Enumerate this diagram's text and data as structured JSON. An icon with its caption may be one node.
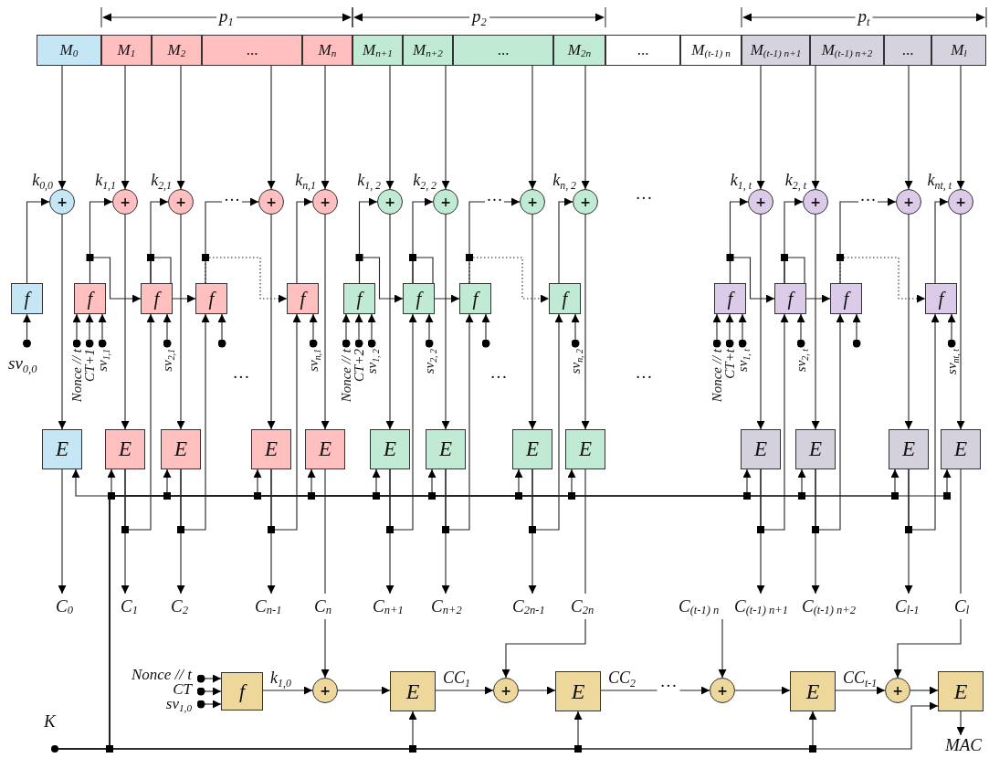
{
  "diagram": {
    "nodes": [
      {
        "text": [
          "M$_{0}$"
        ]
      },
      {
        "text": [
          "M$_{1}$"
        ]
      },
      {
        "text": [
          "M$_{2}$"
        ]
      },
      {
        "text": [
          "..."
        ]
      },
      {
        "text": [
          "M$_{n}$"
        ]
      },
      {
        "text": [
          "M$_{n+1}$"
        ]
      },
      {
        "text": [
          "M$_{n+2}$"
        ]
      },
      {
        "text": [
          "..."
        ]
      },
      {
        "text": [
          "M$_{2n}$"
        ]
      },
      {
        "text": [
          "..."
        ]
      },
      {
        "text": [
          "M$_{(t-1) n}$"
        ]
      },
      {
        "text": [
          "M$_{(t-1) n+1}$"
        ]
      },
      {
        "text": [
          "M$_{(t-1) n+2}$"
        ]
      },
      {
        "text": [
          "..."
        ]
      },
      {
        "text": [
          "M$_{l}$"
        ]
      },
      {
        "text": [
          "+"
        ]
      },
      {
        "text": [
          "+"
        ]
      },
      {
        "text": [
          "+"
        ]
      },
      {
        "text": [
          "+"
        ]
      },
      {
        "text": [
          "+"
        ]
      },
      {
        "text": [
          "+"
        ]
      },
      {
        "text": [
          "+"
        ]
      },
      {
        "text": [
          "+"
        ]
      },
      {
        "text": [
          "+"
        ]
      },
      {
        "text": [
          "+"
        ]
      },
      {
        "text": [
          "+"
        ]
      },
      {
        "text": [
          "+"
        ]
      },
      {
        "text": [
          "+"
        ]
      },
      {
        "text": [
          "f"
        ],
        "beside": [
          "sv$_{0,0}$"
        ]
      },
      {
        "text": [
          "f"
        ],
        "beside": [
          "Nonce // t",
          "CT+1",
          "sv$_{1,1}$"
        ]
      },
      {
        "text": [
          "f"
        ],
        "beside": [
          "sv$_{2,1}$"
        ]
      },
      {
        "text": [
          "f"
        ]
      },
      {
        "text": [
          "f"
        ],
        "beside": [
          "sv$_{n,1}$"
        ]
      },
      {
        "text": [
          "f"
        ],
        "beside": [
          "Nonce // t",
          "CT+2",
          "sv$_{1, 2}$"
        ]
      },
      {
        "text": [
          "f"
        ],
        "beside": [
          "sv$_{2, 2}$"
        ]
      },
      {
        "text": [
          "f"
        ]
      },
      {
        "text": [
          "f"
        ],
        "beside": [
          "sv$_{n, 2}$"
        ]
      },
      {
        "text": [
          "f"
        ],
        "beside": [
          "Nonce // t",
          "CT+t",
          "sv$_{1, t}$"
        ]
      },
      {
        "text": [
          "f"
        ],
        "beside": [
          "sv$_{2, t}$"
        ]
      },
      {
        "text": [
          "f"
        ]
      },
      {
        "text": [
          "f"
        ],
        "beside": [
          "sv$_{nt, t}$"
        ]
      },
      {
        "text": [
          "E"
        ]
      },
      {
        "text": [
          "E"
        ]
      },
      {
        "text": [
          "E"
        ]
      },
      {
        "text": [
          "E"
        ]
      },
      {
        "text": [
          "E"
        ]
      },
      {
        "text": [
          "E"
        ]
      },
      {
        "text": [
          "E"
        ]
      },
      {
        "text": [
          "E"
        ]
      },
      {
        "text": [
          "E"
        ]
      },
      {
        "text": [
          "E"
        ]
      },
      {
        "text": [
          "E"
        ]
      },
      {
        "text": [
          "E"
        ]
      },
      {
        "text": [
          "E"
        ]
      },
      {
        "text": [
          "C$_{0}$"
        ]
      },
      {
        "text": [
          "C$_{1}$"
        ]
      },
      {
        "text": [
          "C$_{2}$"
        ]
      },
      {
        "text": [
          "C$_{n-1}$"
        ]
      },
      {
        "text": [
          "C$_{n}$"
        ]
      },
      {
        "text": [
          "C$_{n+1}$"
        ]
      },
      {
        "text": [
          "C$_{n+2}$"
        ]
      },
      {
        "text": [
          "C$_{2n-1}$"
        ]
      },
      {
        "text": [
          "C$_{2n}$"
        ]
      },
      {
        "text": [
          "C$_{(t-1) n}$"
        ]
      },
      {
        "text": [
          "C$_{(t-1) n+1}$"
        ]
      },
      {
        "text": [
          "C$_{(t-1) n+2}$"
        ]
      },
      {
        "text": [
          "C$_{l-1}$"
        ]
      },
      {
        "text": [
          "C$_{l}$"
        ]
      },
      {
        "text": [
          "f"
        ],
        "beside": [
          "Nonce // t",
          "CT",
          "sv$_{1,0}$"
        ]
      },
      {
        "text": [
          "+"
        ]
      },
      {
        "text": [
          "E"
        ]
      },
      {
        "text": [
          "+"
        ]
      },
      {
        "text": [
          "E"
        ]
      },
      {
        "text": [
          "+"
        ]
      },
      {
        "text": [
          "E"
        ]
      },
      {
        "text": [
          "+"
        ]
      },
      {
        "text": [
          "E"
        ]
      },
      {
        "text": [
          "MAC"
        ]
      },
      {
        "text": [],
        "shape": "circle",
        "beside": [
          "K"
        ]
      }
    ],
    "edges": [
      {
        "from": 0,
        "to": 15,
        "arrow": "to"
      },
      {
        "from": 28,
        "to": 15,
        "arrow": "to",
        "label": "k$_{0,0}$"
      },
      {
        "from": 15,
        "to": 41,
        "arrow": "to"
      },
      {
        "from": 41,
        "to": 54,
        "arrow": "to"
      },
      {
        "from": 78,
        "to": 41,
        "arrow": "to"
      },
      {
        "from": null,
        "to": 28,
        "arrow": "to"
      },
      {
        "from": 1,
        "to": 16,
        "arrow": "to"
      },
      {
        "from": 29,
        "to": 16,
        "arrow": "to",
        "label": "k$_{1,1}$"
      },
      {
        "from": 16,
        "to": 42,
        "arrow": "to"
      },
      {
        "from": 42,
        "to": 55,
        "arrow": "to"
      },
      {
        "from": 78,
        "to": 42,
        "arrow": "to"
      },
      {
        "from": null,
        "to": 29,
        "arrow": "to"
      },
      {
        "from": null,
        "to": 29,
        "arrow": "to"
      },
      {
        "from": null,
        "to": 29,
        "arrow": "to"
      },
      {
        "from": 29,
        "to": 30,
        "arrow": "to"
      },
      {
        "from": 42,
        "to": 30,
        "arrow": "to"
      },
      {
        "from": 2,
        "to": 17,
        "arrow": "to"
      },
      {
        "from": 30,
        "to": 17,
        "arrow": "to",
        "label": "k$_{2,1}$"
      },
      {
        "from": 17,
        "to": 43,
        "arrow": "to"
      },
      {
        "from": 43,
        "to": 56,
        "arrow": "to"
      },
      {
        "from": 78,
        "to": 43,
        "arrow": "to"
      },
      {
        "from": null,
        "to": 30,
        "arrow": "to"
      },
      {
        "from": 30,
        "to": 31,
        "arrow": "to"
      },
      {
        "from": 43,
        "to": 31,
        "arrow": "to"
      },
      {
        "from": 3,
        "to": 18,
        "arrow": "to"
      },
      {
        "from": 31,
        "to": 18,
        "arrow": "to",
        "label": "···"
      },
      {
        "from": 18,
        "to": 44,
        "arrow": "to"
      },
      {
        "from": 44,
        "to": 57,
        "arrow": "to"
      },
      {
        "from": 78,
        "to": 44,
        "arrow": "to"
      },
      {
        "from": null,
        "to": 31,
        "arrow": "to"
      },
      {
        "from": 31,
        "to": 32,
        "arrow": "to",
        "style": "dashed"
      },
      {
        "from": 44,
        "to": 32,
        "arrow": "to"
      },
      {
        "from": 4,
        "to": 19,
        "arrow": "to"
      },
      {
        "from": 32,
        "to": 19,
        "arrow": "to",
        "label": "k$_{n,1}$"
      },
      {
        "from": 19,
        "to": 45,
        "arrow": "to"
      },
      {
        "from": 45,
        "to": 58,
        "arrow": "none"
      },
      {
        "from": 78,
        "to": 45,
        "arrow": "to"
      },
      {
        "from": null,
        "to": 32,
        "arrow": "to"
      },
      {
        "from": 5,
        "to": 20,
        "arrow": "to"
      },
      {
        "from": 33,
        "to": 20,
        "arrow": "to",
        "label": "k$_{1, 2}$"
      },
      {
        "from": 20,
        "to": 46,
        "arrow": "to"
      },
      {
        "from": 46,
        "to": 59,
        "arrow": "to"
      },
      {
        "from": 78,
        "to": 46,
        "arrow": "to"
      },
      {
        "from": null,
        "to": 33,
        "arrow": "to"
      },
      {
        "from": null,
        "to": 33,
        "arrow": "to"
      },
      {
        "from": null,
        "to": 33,
        "arrow": "to"
      },
      {
        "from": 33,
        "to": 34,
        "arrow": "to"
      },
      {
        "from": 46,
        "to": 34,
        "arrow": "to"
      },
      {
        "from": 6,
        "to": 21,
        "arrow": "to"
      },
      {
        "from": 34,
        "to": 21,
        "arrow": "to",
        "label": "k$_{2, 2}$"
      },
      {
        "from": 21,
        "to": 47,
        "arrow": "to"
      },
      {
        "from": 47,
        "to": 60,
        "arrow": "to"
      },
      {
        "from": 78,
        "to": 47,
        "arrow": "to"
      },
      {
        "from": null,
        "to": 34,
        "arrow": "to"
      },
      {
        "from": 34,
        "to": 35,
        "arrow": "to"
      },
      {
        "from": 47,
        "to": 35,
        "arrow": "to"
      },
      {
        "from": 7,
        "to": 22,
        "arrow": "to"
      },
      {
        "from": 35,
        "to": 22,
        "arrow": "to",
        "label": "···"
      },
      {
        "from": 22,
        "to": 48,
        "arrow": "to"
      },
      {
        "from": 48,
        "to": 61,
        "arrow": "to"
      },
      {
        "from": 78,
        "to": 48,
        "arrow": "to"
      },
      {
        "from": null,
        "to": 35,
        "arrow": "to"
      },
      {
        "from": 35,
        "to": 36,
        "arrow": "to",
        "style": "dashed"
      },
      {
        "from": 48,
        "to": 36,
        "arrow": "to"
      },
      {
        "from": 8,
        "to": 23,
        "arrow": "to"
      },
      {
        "from": 36,
        "to": 23,
        "arrow": "to",
        "label": "k$_{n, 2}$"
      },
      {
        "from": 23,
        "to": 49,
        "arrow": "to"
      },
      {
        "from": 49,
        "to": 62,
        "arrow": "none"
      },
      {
        "from": 78,
        "to": 49,
        "arrow": "to"
      },
      {
        "from": null,
        "to": 36,
        "arrow": "to"
      },
      {
        "from": 11,
        "to": 24,
        "arrow": "to"
      },
      {
        "from": 37,
        "to": 24,
        "arrow": "to",
        "label": "k$_{1, t}$"
      },
      {
        "from": 24,
        "to": 50,
        "arrow": "to"
      },
      {
        "from": 50,
        "to": 64,
        "arrow": "to"
      },
      {
        "from": 78,
        "to": 50,
        "arrow": "to"
      },
      {
        "from": null,
        "to": 37,
        "arrow": "to"
      },
      {
        "from": null,
        "to": 37,
        "arrow": "to"
      },
      {
        "from": null,
        "to": 37,
        "arrow": "to"
      },
      {
        "from": 37,
        "to": 38,
        "arrow": "to"
      },
      {
        "from": 50,
        "to": 38,
        "arrow": "to"
      },
      {
        "from": 12,
        "to": 25,
        "arrow": "to"
      },
      {
        "from": 38,
        "to": 25,
        "arrow": "to",
        "label": "k$_{2, t}$"
      },
      {
        "from": 25,
        "to": 51,
        "arrow": "to"
      },
      {
        "from": 51,
        "to": 65,
        "arrow": "to"
      },
      {
        "from": 78,
        "to": 51,
        "arrow": "to"
      },
      {
        "from": null,
        "to": 38,
        "arrow": "to"
      },
      {
        "from": 38,
        "to": 39,
        "arrow": "to"
      },
      {
        "from": 51,
        "to": 39,
        "arrow": "to"
      },
      {
        "from": 13,
        "to": 26,
        "arrow": "to"
      },
      {
        "from": 39,
        "to": 26,
        "arrow": "to",
        "label": "···"
      },
      {
        "from": 26,
        "to": 52,
        "arrow": "to"
      },
      {
        "from": 52,
        "to": 66,
        "arrow": "to"
      },
      {
        "from": 78,
        "to": 52,
        "arrow": "to"
      },
      {
        "from": null,
        "to": 39,
        "arrow": "to"
      },
      {
        "from": 39,
        "to": 40,
        "arrow": "to",
        "style": "dashed"
      },
      {
        "from": 52,
        "to": 40,
        "arrow": "to"
      },
      {
        "from": 14,
        "to": 27,
        "arrow": "to"
      },
      {
        "from": 40,
        "to": 27,
        "arrow": "to",
        "label": "k$_{nt, t}$"
      },
      {
        "from": 27,
        "to": 53,
        "arrow": "to"
      },
      {
        "from": 53,
        "to": 67,
        "arrow": "none"
      },
      {
        "from": 78,
        "to": 53,
        "arrow": "to"
      },
      {
        "from": null,
        "to": 40,
        "arrow": "to"
      },
      {
        "from": null,
        "to": 68,
        "arrow": "to"
      },
      {
        "from": null,
        "to": 68,
        "arrow": "to"
      },
      {
        "from": null,
        "to": 68,
        "arrow": "to"
      },
      {
        "from": 68,
        "to": 69,
        "arrow": "to",
        "label": "k$_{1,0}$"
      },
      {
        "from": 58,
        "to": 69,
        "arrow": "to"
      },
      {
        "from": 69,
        "to": 70,
        "arrow": "to"
      },
      {
        "from": 78,
        "to": 70,
        "arrow": "to"
      },
      {
        "from": 70,
        "to": 71,
        "arrow": "to",
        "label": "CC$_{1}$"
      },
      {
        "from": 62,
        "to": 71,
        "arrow": "to"
      },
      {
        "from": 71,
        "to": 72,
        "arrow": "to"
      },
      {
        "from": 78,
        "to": 72,
        "arrow": "to"
      },
      {
        "from": 72,
        "to": 73,
        "arrow": "to",
        "label": "CC$_{2}$"
      },
      {
        "from": 63,
        "to": 73,
        "arrow": "to"
      },
      {
        "from": 73,
        "to": 74,
        "arrow": "to"
      },
      {
        "from": 78,
        "to": 74,
        "arrow": "to"
      },
      {
        "from": 74,
        "to": 75,
        "arrow": "to",
        "label": "CC$_{t-1}$"
      },
      {
        "from": 67,
        "to": 75,
        "arrow": "to"
      },
      {
        "from": 75,
        "to": 76,
        "arrow": "to"
      },
      {
        "from": 78,
        "to": 76,
        "arrow": "to"
      },
      {
        "from": 76,
        "to": 77,
        "arrow": "to"
      }
    ],
    "labels": [
      "p$_{1}$",
      "p$_{2}$",
      "p$_{t}$",
      "···",
      "···",
      "···",
      "···",
      "···"
    ]
  }
}
